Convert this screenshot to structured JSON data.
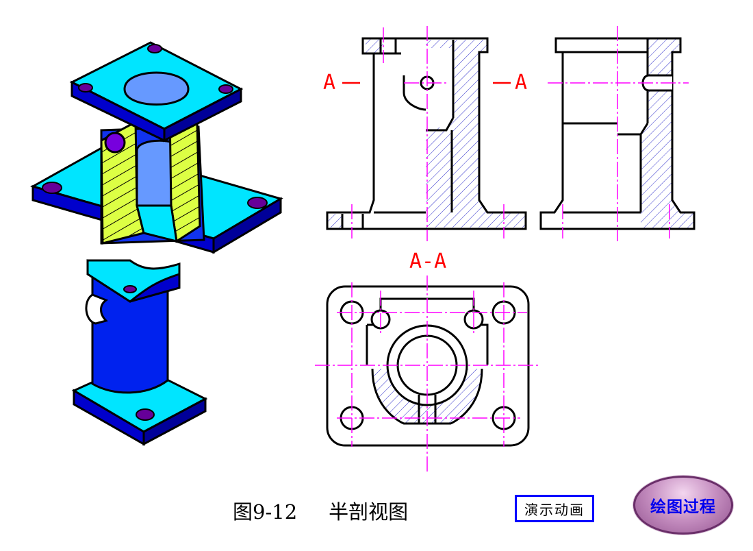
{
  "section_labels": {
    "left_marker": "A",
    "right_marker": "A",
    "section_title": "A-A"
  },
  "caption": {
    "figure_number": "图9-12",
    "title": "半剖视图"
  },
  "buttons": {
    "demo_animation": "演示动画",
    "drawing_process": "绘图过程"
  },
  "colors": {
    "outline": "#000000",
    "center_line": "#ff00ff",
    "section_label": "#ff0000",
    "hatch": "#3333cc",
    "iso_top_face": "#00e5ff",
    "iso_side_face": "#0000cc",
    "iso_dark_face": "#000099",
    "iso_bore": "#6699ff",
    "iso_cut_face": "#ddff44",
    "iso_hole": "#660099",
    "demo_border": "#0000ff"
  }
}
